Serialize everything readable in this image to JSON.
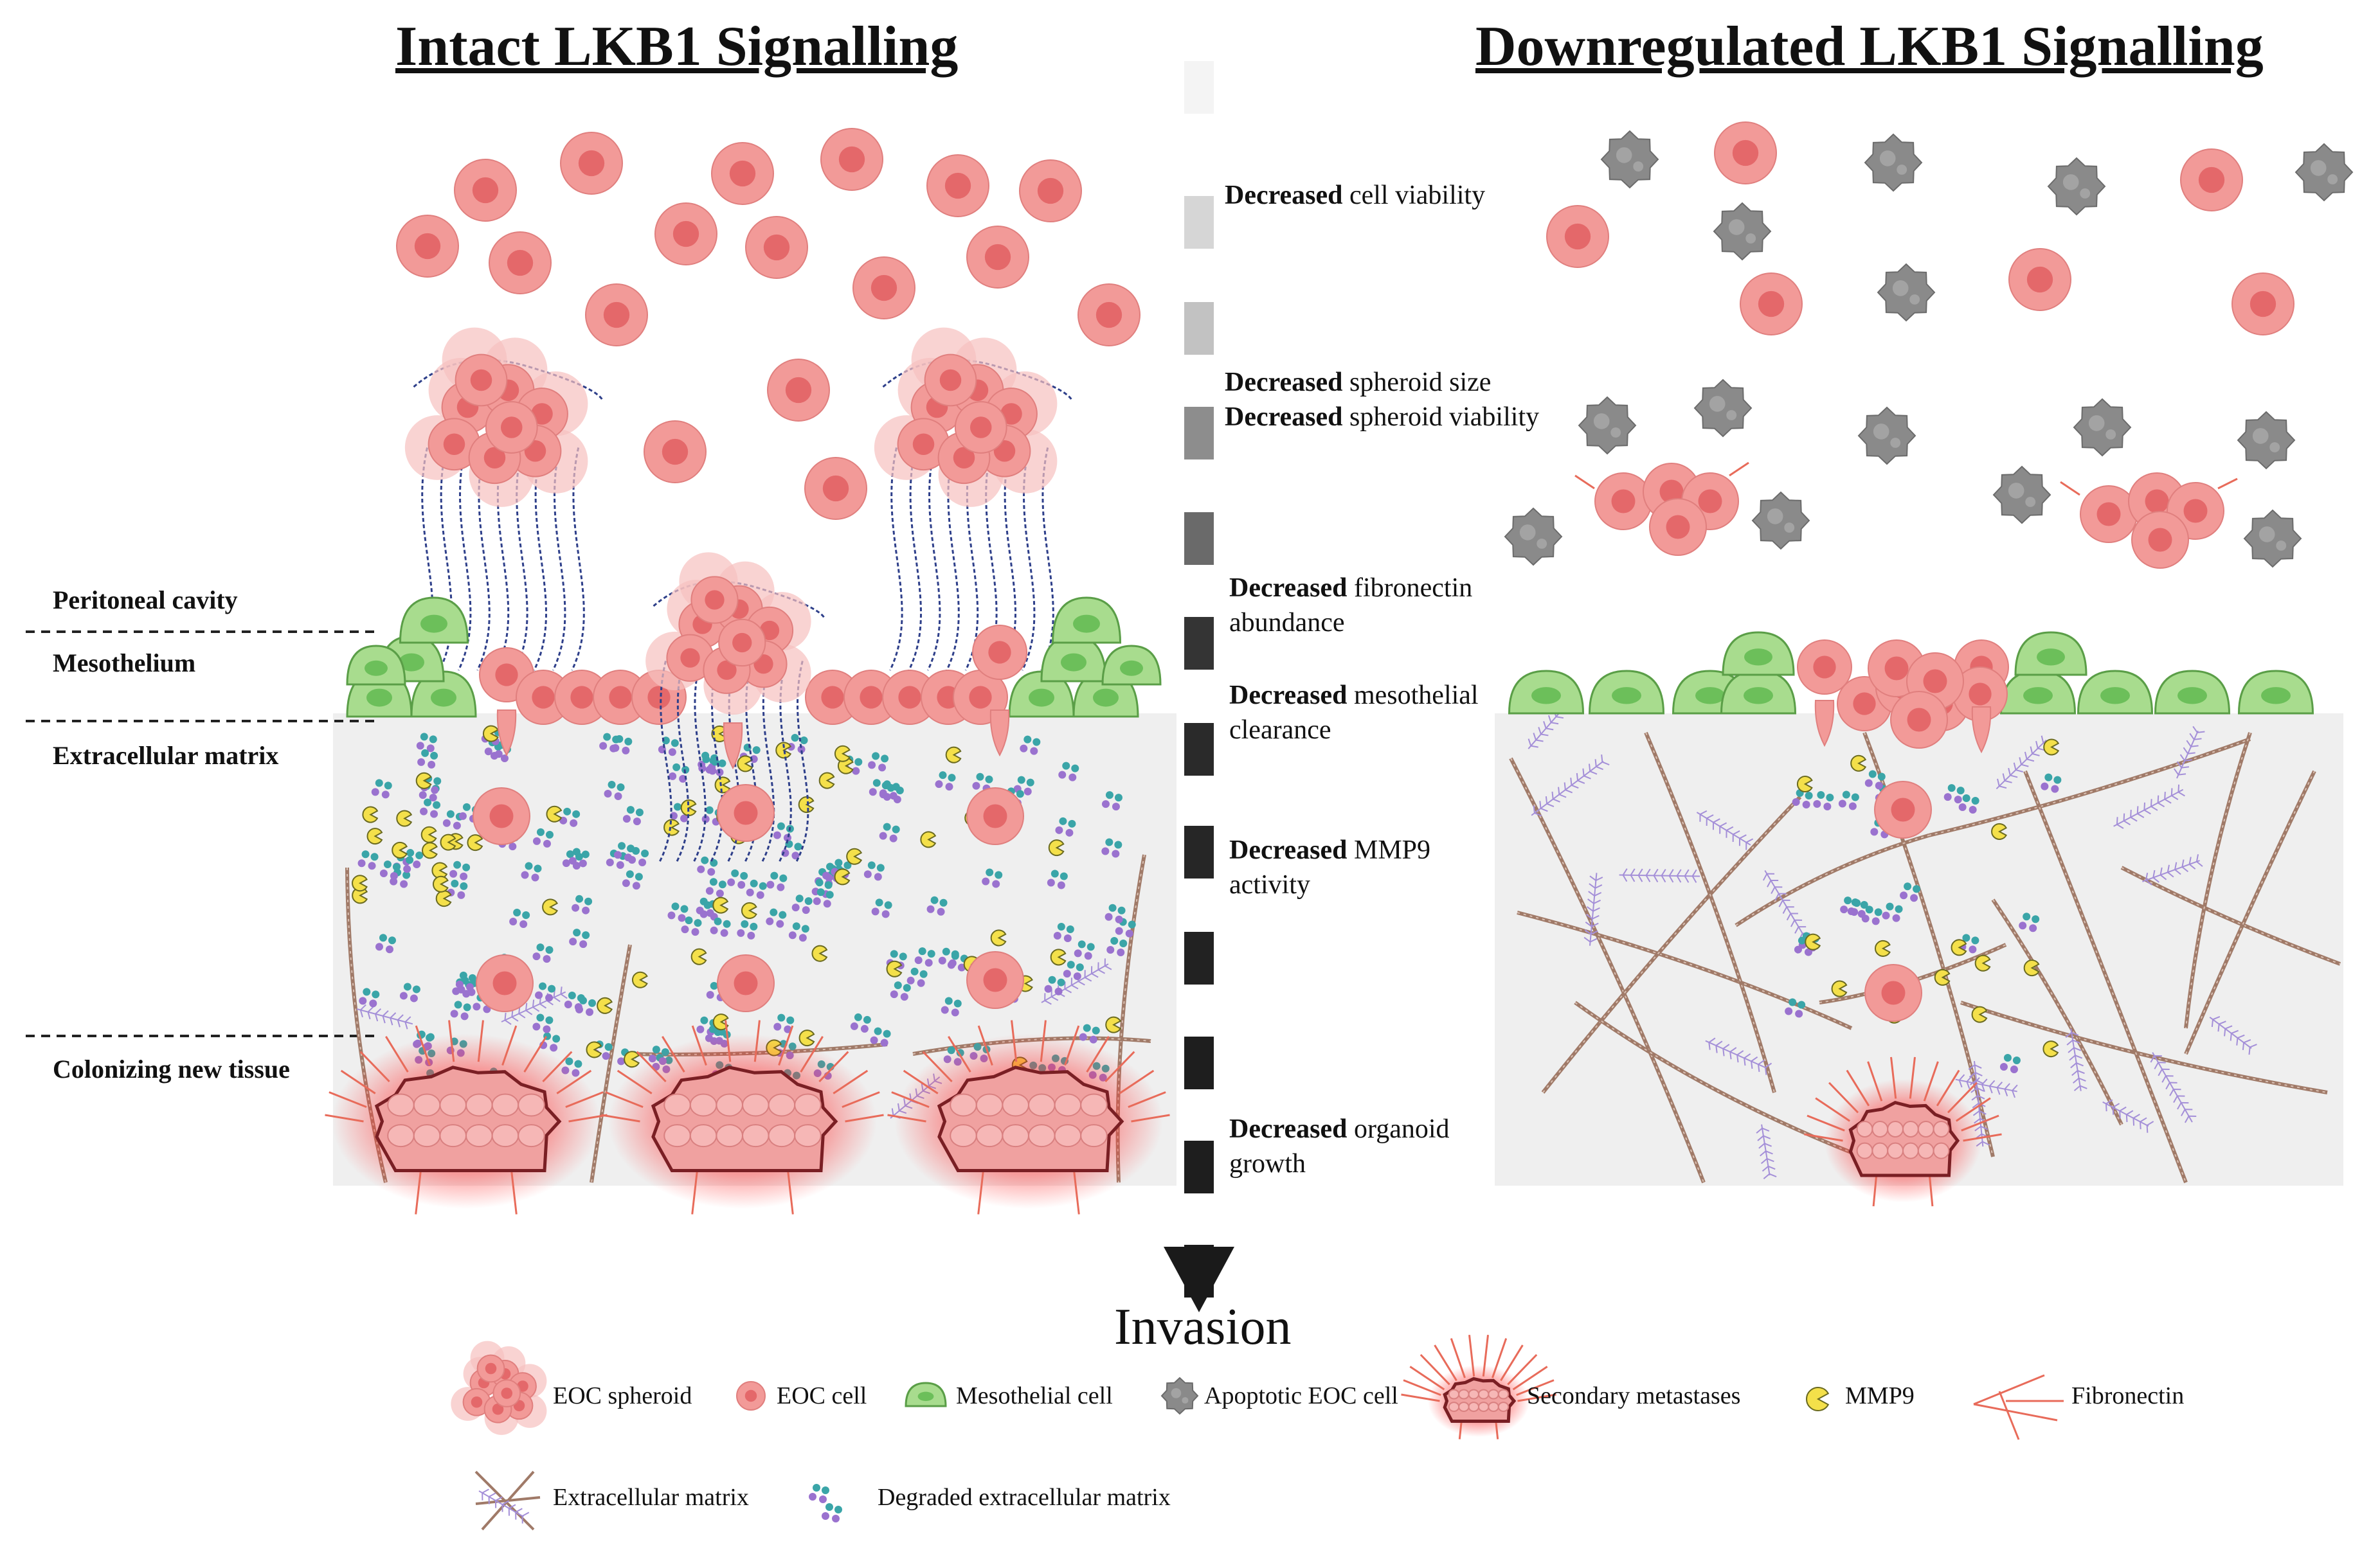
{
  "titles": {
    "left": "Intact LKB1 Signalling",
    "right": "Downregulated LKB1 Signalling"
  },
  "zones": {
    "peritoneal": "Peritoneal cavity",
    "mesothelium": "Mesothelium",
    "ecm": "Extracellular matrix",
    "colonizing": "Colonizing new tissue"
  },
  "effects": [
    {
      "bold": "Decreased",
      "rest": " cell viability"
    },
    {
      "bold": "Decreased",
      "rest": " spheroid size"
    },
    {
      "bold": "Decreased",
      "rest": " spheroid viability"
    },
    {
      "bold": "Decreased",
      "rest": " fibronectin abundance"
    },
    {
      "bold": "Decreased",
      "rest": " mesothelial clearance"
    },
    {
      "bold": "Decreased",
      "rest": " MMP9 activity"
    },
    {
      "bold": "Decreased",
      "rest": " organoid growth"
    }
  ],
  "arrow_label": "Invasion",
  "legend": [
    {
      "label": "EOC spheroid",
      "icon": "eoc-spheroid-icon"
    },
    {
      "label": "EOC cell",
      "icon": "eoc-cell-icon"
    },
    {
      "label": "Mesothelial cell",
      "icon": "mesothelial-cell-icon"
    },
    {
      "label": "Apoptotic EOC cell",
      "icon": "apoptotic-cell-icon"
    },
    {
      "label": "Secondary metastases",
      "icon": "metastasis-icon"
    },
    {
      "label": "MMP9",
      "icon": "mmp9-icon"
    },
    {
      "label": "Fibronectin",
      "icon": "fibronectin-icon"
    },
    {
      "label": "Extracellular matrix",
      "icon": "ecm-icon"
    },
    {
      "label": "Degraded extracellular matrix",
      "icon": "degraded-ecm-icon"
    }
  ],
  "colors": {
    "eoc_cell": "#f29a98",
    "eoc_nucleus": "#e4686a",
    "mesothelial": "#a8dc8e",
    "mesothelial_nucleus": "#6cbf5a",
    "apoptotic": "#8a8a8a",
    "fibre": "#a07a68",
    "ecm_bg": "#efefef",
    "mmp9": "#f4e04a",
    "degraded_teal": "#3aa5a8",
    "degraded_purple": "#9a72cf",
    "fibronectin": "#e86b5a",
    "fibronectin_blue": "#2e3f8a"
  }
}
